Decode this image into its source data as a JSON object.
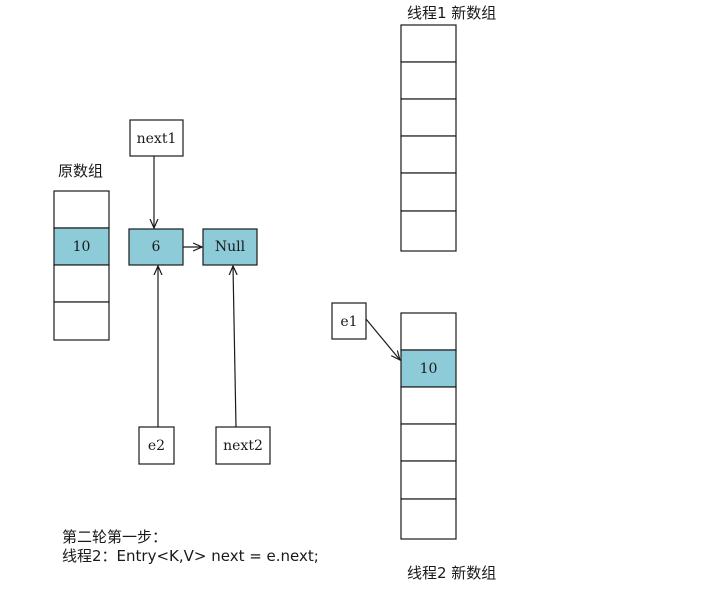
{
  "captions": {
    "original_array": "原数组",
    "thread1_new_array": "线程1  新数组",
    "thread2_new_array": "线程2  新数组"
  },
  "original_array": {
    "cells": [
      "",
      "10",
      "",
      ""
    ],
    "highlight_index": 1
  },
  "nodes": {
    "node6": "6",
    "null_node": "Null"
  },
  "pointers": {
    "next1": "next1",
    "e2": "e2",
    "next2": "next2",
    "e1": "e1"
  },
  "thread1_array": {
    "cells": [
      "",
      "",
      "",
      "",
      "",
      ""
    ]
  },
  "thread2_array": {
    "cells": [
      "",
      "10",
      "",
      "",
      "",
      ""
    ],
    "highlight_index": 1
  },
  "note": {
    "line1": "第二轮第一步：",
    "line2": "线程2：Entry<K,V> next = e.next;"
  },
  "colors": {
    "highlight": "#8ecbd8",
    "stroke": "#1a1a1a"
  }
}
